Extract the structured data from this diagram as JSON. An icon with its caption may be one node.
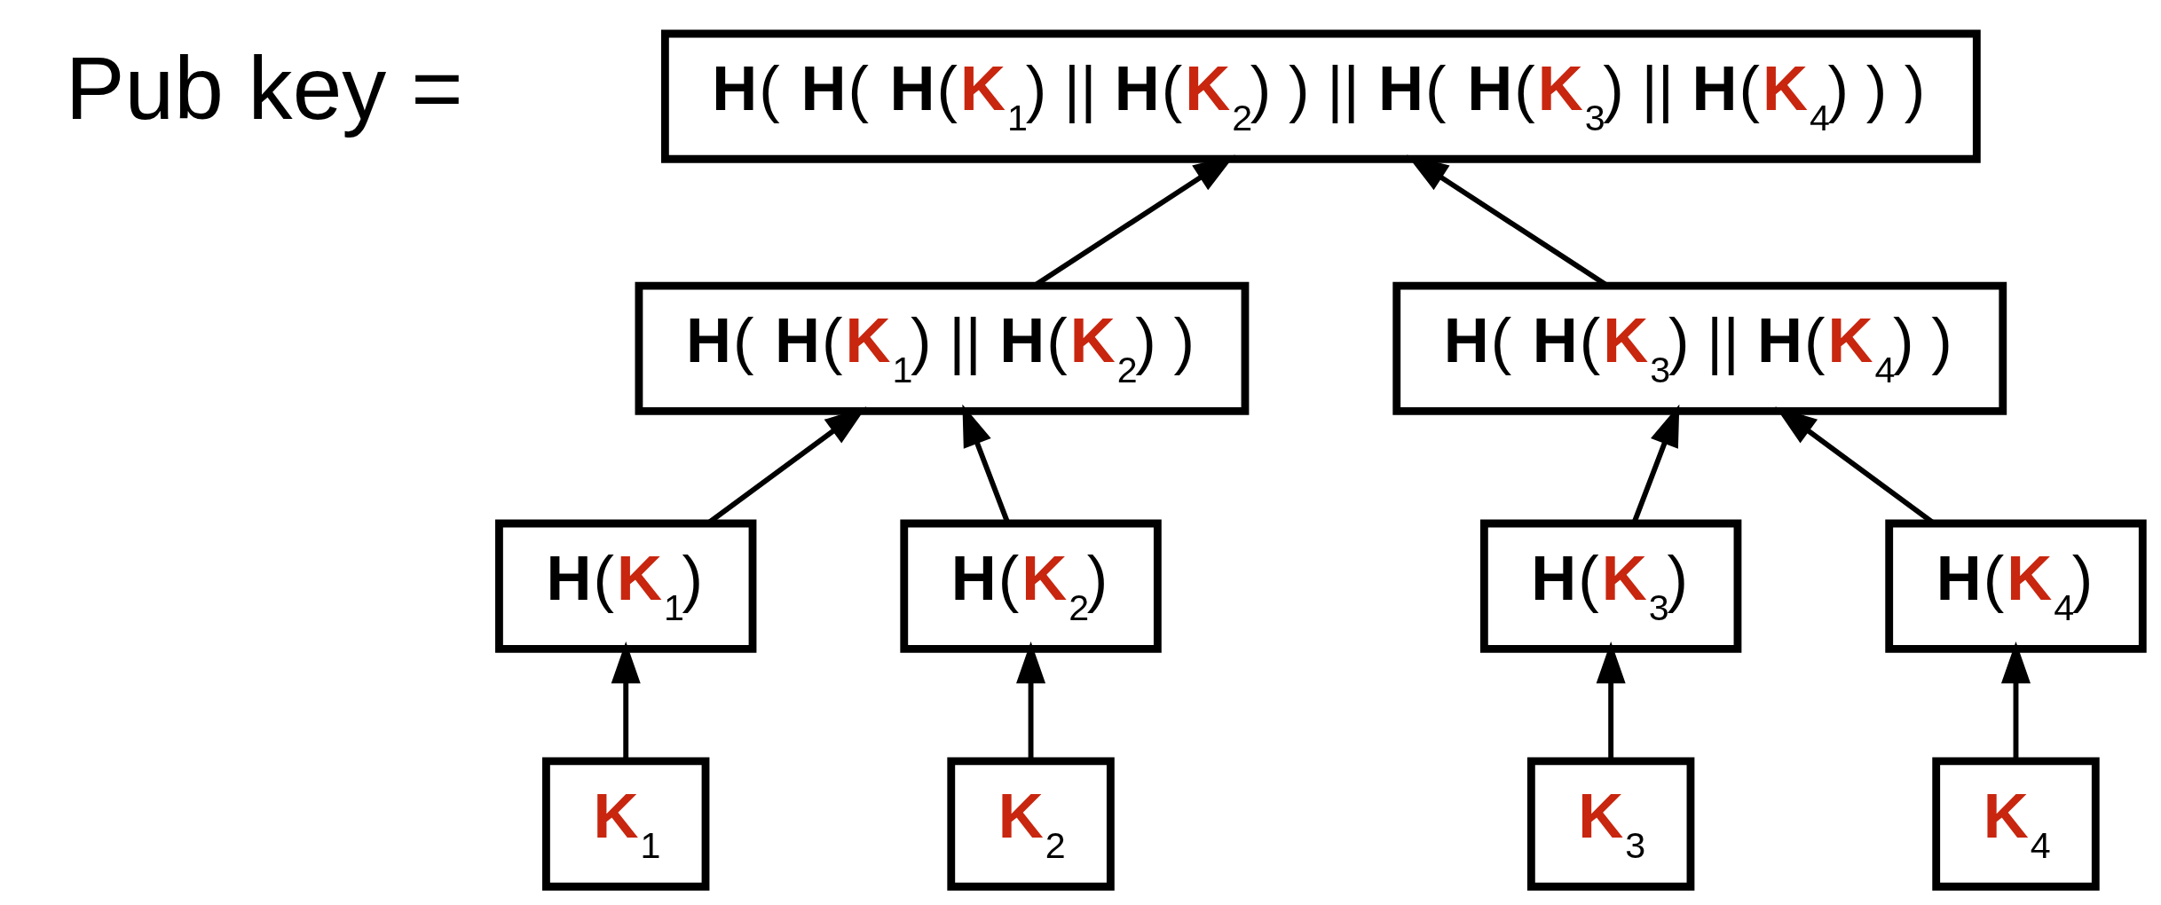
{
  "diagram": {
    "nodes": [
      {
        "text": [
          "**H**( **H**( **H**(**K**$_{1}$) || **H**(**K**$_{2}$) ) || **H**( **H**(**K**$_{3}$) || **H**(**K**$_{4}$) ) )"
        ],
        "beside": [
          "Pub key ="
        ]
      },
      {
        "text": [
          "**H**( **H**(**K**$_{1}$) || **H**(**K**$_{2}$) )"
        ]
      },
      {
        "text": [
          "**H**( **H**(**K**$_{3}$) || **H**(**K**$_{4}$) )"
        ]
      },
      {
        "text": [
          "**H**(**K**$_{1}$)"
        ]
      },
      {
        "text": [
          "**H**(**K**$_{2}$)"
        ]
      },
      {
        "text": [
          "**H**(**K**$_{3}$)"
        ]
      },
      {
        "text": [
          "**H**(**K**$_{4}$)"
        ]
      },
      {
        "text": [
          "**K**$_{1}$"
        ]
      },
      {
        "text": [
          "**K**$_{2}$"
        ]
      },
      {
        "text": [
          "**K**$_{3}$"
        ]
      },
      {
        "text": [
          "**K**$_{4}$"
        ]
      }
    ],
    "edges": [
      {
        "from": 1,
        "to": 0,
        "arrow": "to"
      },
      {
        "from": 2,
        "to": 0,
        "arrow": "to"
      },
      {
        "from": 3,
        "to": 1,
        "arrow": "to"
      },
      {
        "from": 4,
        "to": 1,
        "arrow": "to"
      },
      {
        "from": 5,
        "to": 2,
        "arrow": "to"
      },
      {
        "from": 6,
        "to": 2,
        "arrow": "to"
      },
      {
        "from": 7,
        "to": 3,
        "arrow": "to"
      },
      {
        "from": 8,
        "to": 4,
        "arrow": "to"
      },
      {
        "from": 9,
        "to": 5,
        "arrow": "to"
      },
      {
        "from": 10,
        "to": 6,
        "arrow": "to"
      }
    ]
  }
}
